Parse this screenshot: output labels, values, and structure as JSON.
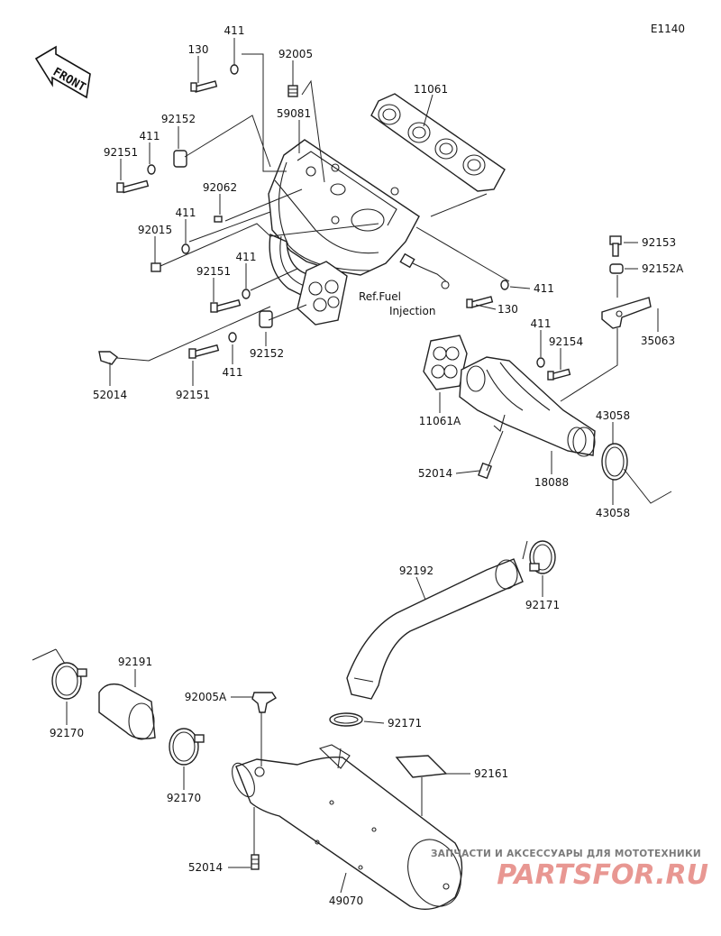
{
  "diagram_code": "E1140",
  "front_label": "FRONT",
  "reference_note": {
    "line1": "Ref.Fuel",
    "line2": "Injection"
  },
  "watermark": {
    "tagline": "ЗАПЧАСТИ И АКСЕССУАРЫ ДЛЯ МОТОТЕХНИКИ",
    "brand": "PARTSFOR.RU"
  },
  "labels": {
    "p411_top": "411",
    "p130_top": "130",
    "p92005": "92005",
    "p11061": "11061",
    "p92152_left": "92152",
    "p59081": "59081",
    "p411_a": "411",
    "p92151_a": "92151",
    "p92062": "92062",
    "p411_b": "411",
    "p92015": "92015",
    "p411_c": "411",
    "p92151_b": "92151",
    "p92153": "92153",
    "p92152A": "92152A",
    "p411_right": "411",
    "p130_right": "130",
    "p35063": "35063",
    "p92152_mid": "92152",
    "p411_d": "411",
    "p92154": "92154",
    "p411_e": "411",
    "p52014_a": "52014",
    "p92151_c": "92151",
    "p11061A": "11061A",
    "p43058_a": "43058",
    "p52014_b": "52014",
    "p18088": "18088",
    "p43058_b": "43058",
    "p92192": "92192",
    "p92171_a": "92171",
    "p92191": "92191",
    "p92005A": "92005A",
    "p92171_b": "92171",
    "p92170_a": "92170",
    "p92161": "92161",
    "p92170_b": "92170",
    "p52014_c": "52014",
    "p49070": "49070"
  }
}
